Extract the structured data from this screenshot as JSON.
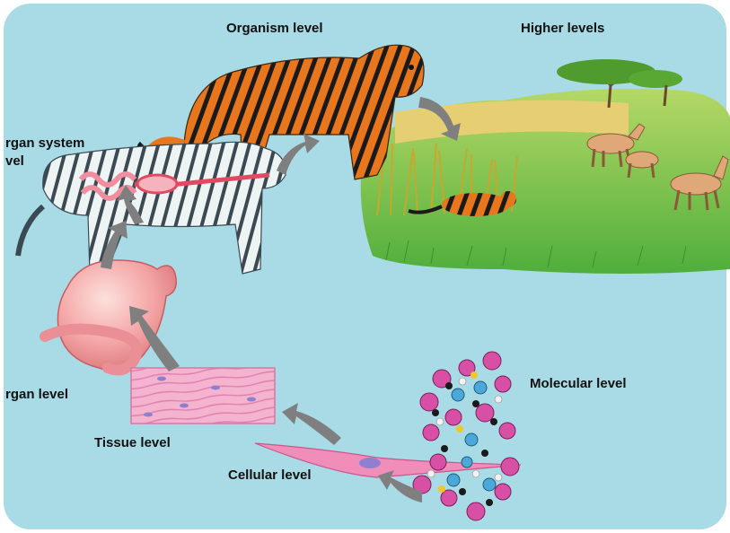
{
  "colors": {
    "background": "#a9dbe6",
    "meadow": "#6cc24a",
    "tiger": "#e8761c",
    "white_tiger": "#eef3f4",
    "tissue": "#f2a6c8",
    "stomach": "#f3a3a3",
    "arrow": "#7f7f7f",
    "molecule_pink": "#d84fa6",
    "molecule_blue": "#4aa9d9"
  },
  "labels": {
    "organism": "Organism level",
    "higher": "Higher levels",
    "organ_system_1": "rgan system",
    "organ_system_2": "vel",
    "organ": "rgan level",
    "tissue": "Tissue level",
    "cellular": "Cellular level",
    "molecular": "Molecular level"
  },
  "illustrations": {
    "tiger": "tiger-illustration",
    "white_tiger": "white-tiger-illustration",
    "meadow": "grassland-ecosystem",
    "stomach": "stomach-organ",
    "tissue": "muscle-tissue",
    "cell": "smooth-muscle-cell",
    "molecule": "dna-molecule-model",
    "arrows": "progression-arrow-icon"
  }
}
